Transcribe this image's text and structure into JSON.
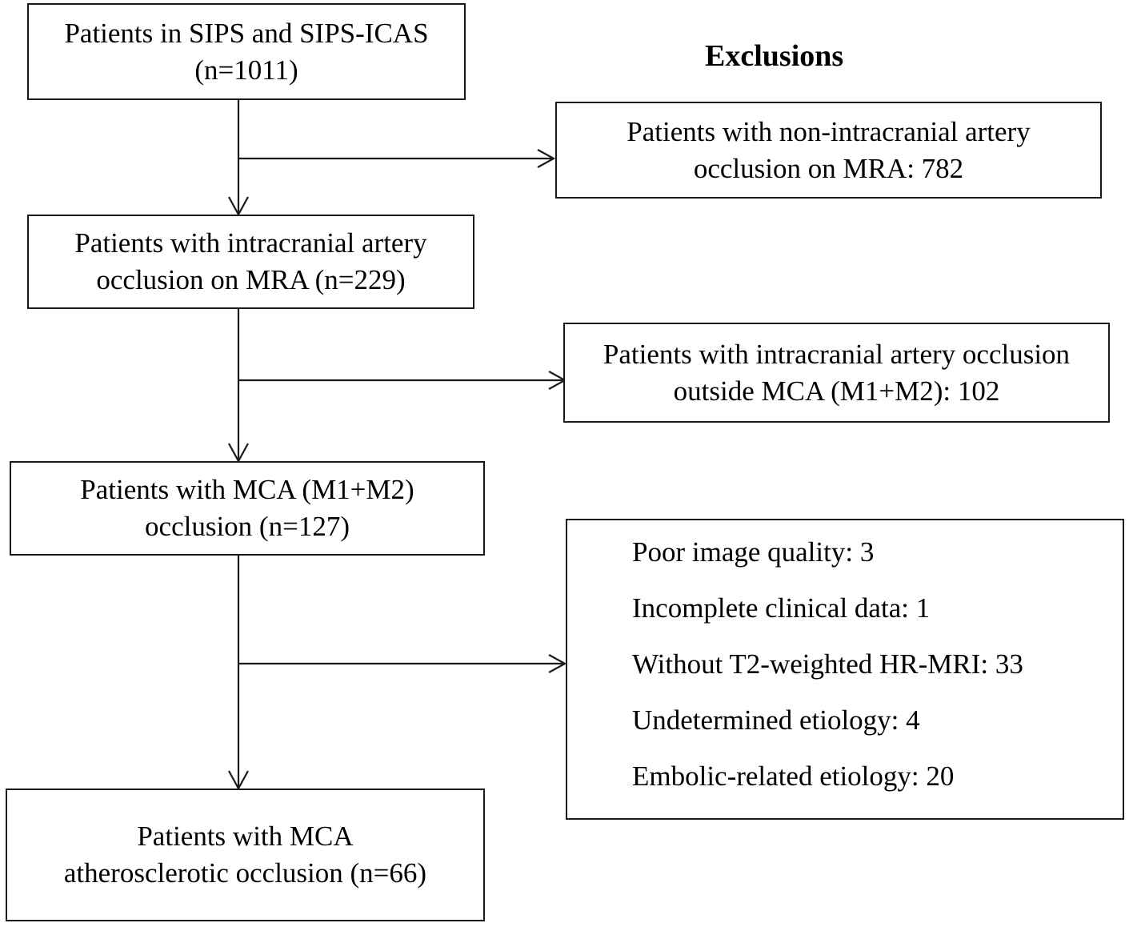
{
  "exclusions_heading": "Exclusions",
  "main_flow": [
    {
      "lines": [
        "Patients in SIPS and SIPS-ICAS",
        "(n=1011)"
      ]
    },
    {
      "lines": [
        "Patients with intracranial artery",
        "occlusion on MRA (n=229)"
      ]
    },
    {
      "lines": [
        "Patients with MCA (M1+M2)",
        "occlusion (n=127)"
      ]
    },
    {
      "lines": [
        "Patients with  MCA",
        "atherosclerotic occlusion (n=66)"
      ]
    }
  ],
  "exclusion_boxes": [
    {
      "lines": [
        "Patients with non-intracranial artery",
        "occlusion on MRA: 782"
      ]
    },
    {
      "lines": [
        "Patients with intracranial artery occlusion",
        "outside MCA (M1+M2): 102"
      ]
    }
  ],
  "final_exclusions": [
    "Poor image quality: 3",
    "Incomplete clinical data: 1",
    "Without T2-weighted HR-MRI: 33",
    "Undetermined etiology: 4",
    "Embolic-related etiology: 20"
  ]
}
